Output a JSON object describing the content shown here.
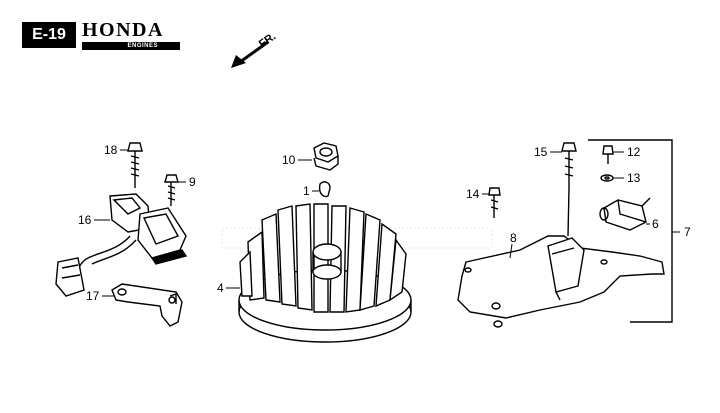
{
  "header": {
    "page_code": "E-19",
    "brand": "HONDA",
    "brand_sub": "ENGINES"
  },
  "direction_label": "FR.",
  "callouts": [
    {
      "id": "18",
      "label": "18"
    },
    {
      "id": "9",
      "label": "9"
    },
    {
      "id": "16",
      "label": "16"
    },
    {
      "id": "17",
      "label": "17"
    },
    {
      "id": "10",
      "label": "10"
    },
    {
      "id": "1",
      "label": "1"
    },
    {
      "id": "4",
      "label": "4"
    },
    {
      "id": "15",
      "label": "15"
    },
    {
      "id": "12",
      "label": "12"
    },
    {
      "id": "13",
      "label": "13"
    },
    {
      "id": "14",
      "label": "14"
    },
    {
      "id": "8",
      "label": "8"
    },
    {
      "id": "6",
      "label": "6"
    },
    {
      "id": "7",
      "label": "7"
    }
  ],
  "colors": {
    "ink": "#000000",
    "watermark": "#d9d9d9"
  }
}
